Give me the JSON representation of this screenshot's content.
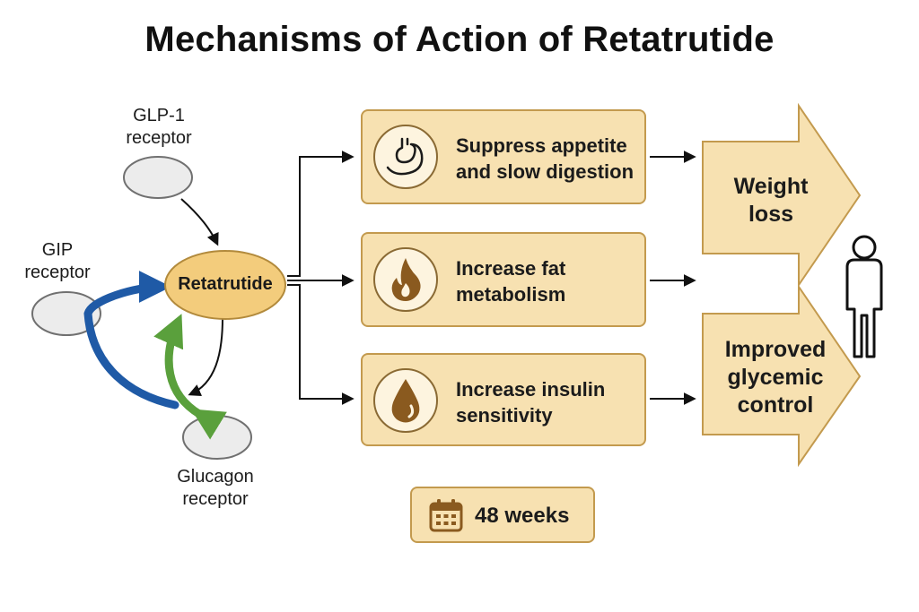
{
  "title": "Mechanisms of Action of Retatrutide",
  "receptors": [
    {
      "label_line1": "GLP-1",
      "label_line2": "receptor"
    },
    {
      "label_line1": "GIP",
      "label_line2": "receptor"
    },
    {
      "label_line1": "Glucagon",
      "label_line2": "receptor"
    }
  ],
  "center": {
    "label": "Retatrutide"
  },
  "effects": [
    {
      "line1": "Suppress appetite",
      "line2": "and slow digestion",
      "icon": "stomach-icon"
    },
    {
      "line1": "Increase fat",
      "line2": "metabolism",
      "icon": "flame-icon"
    },
    {
      "line1": "Increase insulin",
      "line2": "sensitivity",
      "icon": "drop-icon"
    }
  ],
  "outcomes": [
    {
      "line1": "Weight",
      "line2": "loss"
    },
    {
      "line1": "Improved",
      "line2": "glycemic",
      "line3": "control"
    }
  ],
  "duration": {
    "label": "48 weeks",
    "icon": "calendar-icon"
  },
  "person": {
    "icon": "person-icon"
  },
  "colors": {
    "box_fill": "#f7e1b1",
    "box_border": "#c39a4e",
    "center_fill": "#f3cc7c",
    "receptor_fill": "#ececec",
    "gip_arrow": "#1f5aa6",
    "glucagon_arrow": "#5aa03c",
    "icon_brown": "#8a5a1f"
  }
}
